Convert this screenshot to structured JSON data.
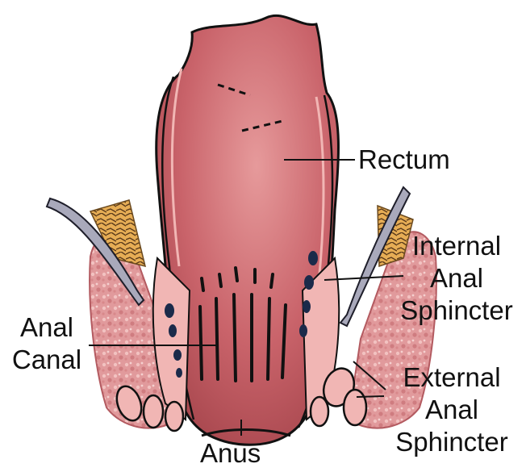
{
  "labels": {
    "rectum": "Rectum",
    "internal_anal_sphincter": [
      "Internal",
      "Anal",
      "Sphincter"
    ],
    "anal_canal": [
      "Anal",
      "Canal"
    ],
    "external_anal_sphincter": [
      "External",
      "Anal",
      "Sphincter"
    ],
    "anus": "Anus"
  },
  "colors": {
    "rectum_wall": "#c0585e",
    "rectum_highlight": "#e08a8c",
    "mucosa_pink": "#f1b6b4",
    "muscle_speckle": "#e7a0a2",
    "outline": "#111111",
    "fat_orange": "#e3a54a",
    "nerve_gray": "#a9a9b8",
    "vessel_dark": "#1b2a4a",
    "text": "#111111"
  }
}
